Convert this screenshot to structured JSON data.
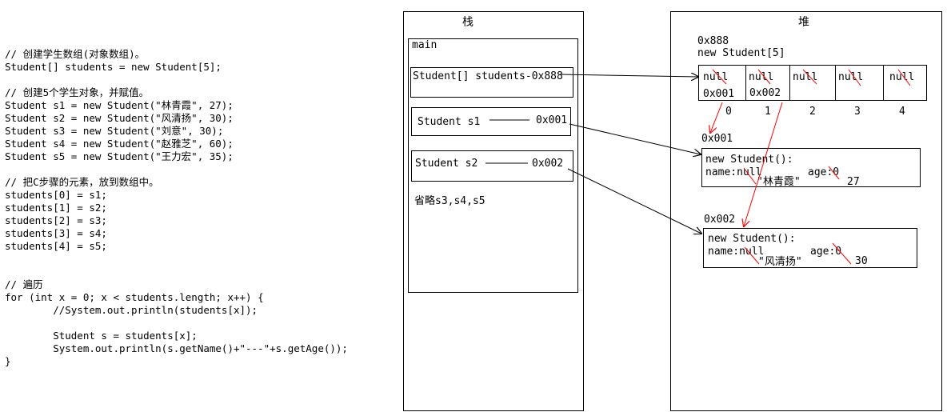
{
  "code": {
    "comment_create_array": "// 创建学生数组(对象数组)。",
    "declare_array": "Student[] students = new Student[5];",
    "comment_create_students": "// 创建5个学生对象，并赋值。",
    "s1": "Student s1 = new Student(\"林青霞\", 27);",
    "s2": "Student s2 = new Student(\"风清扬\", 30);",
    "s3": "Student s3 = new Student(\"刘意\", 30);",
    "s4": "Student s4 = new Student(\"赵雅芝\", 60);",
    "s5": "Student s5 = new Student(\"王力宏\", 35);",
    "comment_put": "// 把C步骤的元素，放到数组中。",
    "a0": "students[0] = s1;",
    "a1": "students[1] = s2;",
    "a2": "students[2] = s3;",
    "a3": "students[3] = s4;",
    "a4": "students[4] = s5;",
    "comment_loop": "// 遍历",
    "for": "for (int x = 0; x < students.length; x++) {",
    "println_commented": "        //System.out.println(students[x]);",
    "get_student": "        Student s = students[x];",
    "println": "        System.out.println(s.getName()+\"---\"+s.getAge());",
    "close": "}"
  },
  "stack": {
    "title": "栈",
    "frame": "main",
    "var_students": "Student[] students-0x888",
    "var_s1": "Student s1",
    "addr_s1": "0x001",
    "var_s2": "Student s2",
    "addr_s2": "0x002",
    "omitted": "省略s3,s4,s5"
  },
  "heap": {
    "title": "堆",
    "array_addr": "0x888",
    "array_label": "new Student[5]",
    "cells": [
      {
        "value": "null",
        "ref": "0x001",
        "index": "0"
      },
      {
        "value": "null",
        "ref": "0x002",
        "index": "1"
      },
      {
        "value": "null",
        "ref": "",
        "index": "2"
      },
      {
        "value": "null",
        "ref": "",
        "index": "3"
      },
      {
        "value": "null",
        "ref": "",
        "index": "4"
      }
    ],
    "obj1": {
      "addr": "0x001",
      "header": "new Student():",
      "name_label": "name:null",
      "name_value": "\"林青霞\"",
      "age_label": "age:0",
      "age_value": "27"
    },
    "obj2": {
      "addr": "0x002",
      "header": "new Student():",
      "name_label": "name:null",
      "name_value": "\"风清扬\"",
      "age_label": "age:0",
      "age_value": "30"
    }
  },
  "colors": {
    "line": "#000000",
    "strike": "#ff0000"
  }
}
